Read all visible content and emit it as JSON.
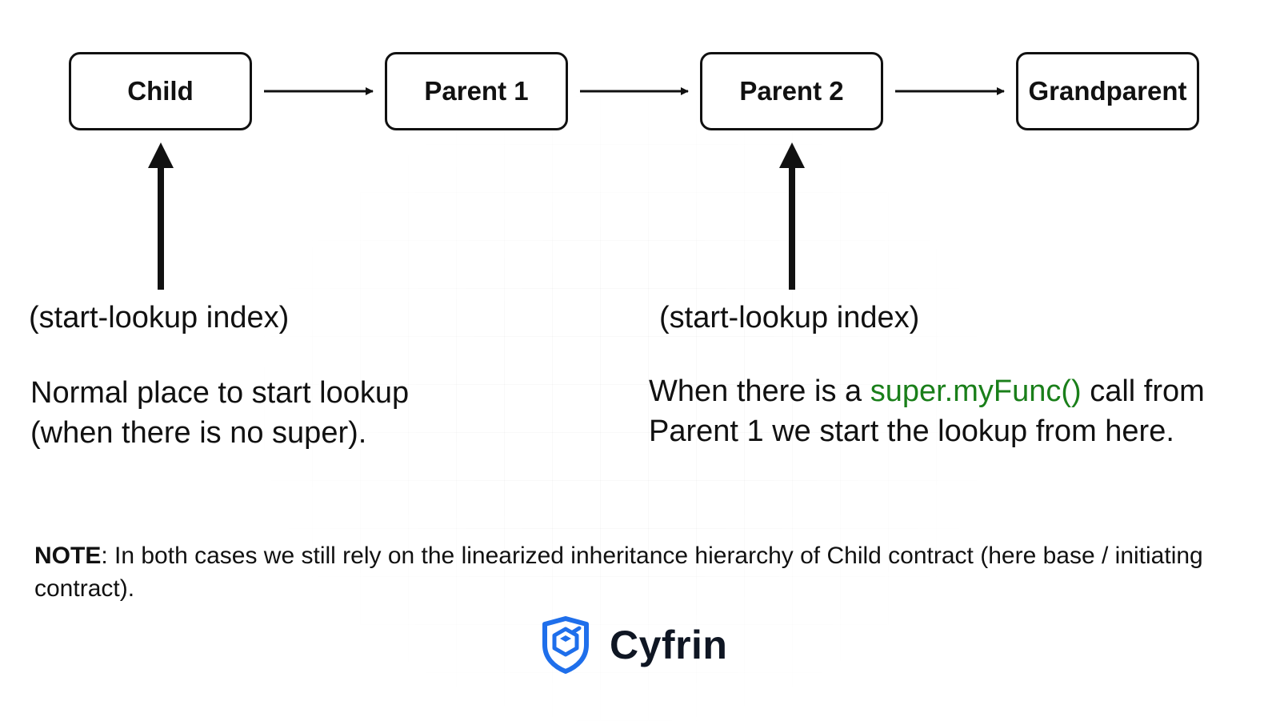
{
  "nodes": {
    "child": "Child",
    "parent1": "Parent 1",
    "parent2": "Parent 2",
    "grandparent": "Grandparent"
  },
  "left_annotation": {
    "index_label": "(start-lookup index)",
    "line1": "Normal place to start lookup",
    "line2": "(when there is no super)."
  },
  "right_annotation": {
    "index_label": "(start-lookup index)",
    "line1_prefix": "When there is a ",
    "line1_code": "super.myFunc()",
    "line1_suffix": " call from",
    "line2": "Parent 1 we start the lookup from here."
  },
  "note": {
    "label": "NOTE",
    "text": ": In both cases we still rely on the linearized inheritance hierarchy of Child contract (here base / initiating contract)."
  },
  "logo": {
    "text": "Cyfrin",
    "icon": "cyfrin-shield-icon"
  },
  "colors": {
    "code": "#1a7f1a",
    "logo_blue": "#1f6feb",
    "logo_text": "#0f1623"
  }
}
